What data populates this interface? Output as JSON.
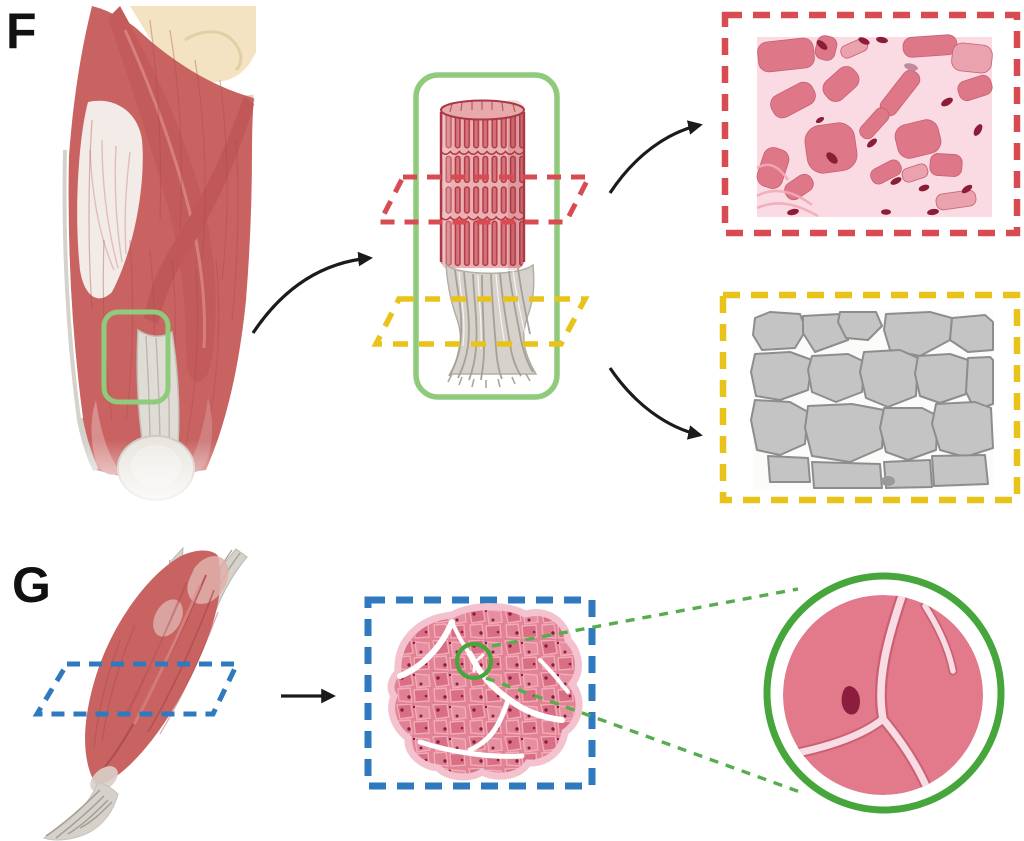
{
  "panels": {
    "f": {
      "label": "F"
    },
    "g": {
      "label": "G"
    }
  },
  "artwork": {
    "panel_f": [
      "thigh-muscle-anatomy-illustration",
      "green-roi-outline",
      "muscle-tendon-unit-illustration",
      "red-section-plane",
      "yellow-section-plane",
      "muscle-section-histology-box",
      "tendon-section-histology-box"
    ],
    "panel_g": [
      "fusiform-muscle-illustration",
      "blue-section-plane",
      "whole-muscle-cross-section-box",
      "fiber-region-marker",
      "muscle-fiber-closeup-circle"
    ]
  },
  "colors": {
    "letter": "#111111",
    "green_light": "#8FCB7B",
    "green": "#46A63C",
    "green_dash": "#55AD4B",
    "red_dash": "#D84B52",
    "yellow_dash": "#E9C31A",
    "blue_dash": "#2F79BE",
    "arrow": "#1B1B1B",
    "muscle_red": "#C96361",
    "muscle_dark": "#A84A4B",
    "muscle_highlight": "#DE8B89",
    "fascia_white": "#F4F2EE",
    "fascia_gray": "#D5D2CB",
    "bone_cream": "#F3E3C3",
    "tendon_fill": "#D6D2CB",
    "tendon_line": "#A39F95",
    "knee_gray": "#E9E6E0",
    "stripe_base": "#EBB0B2",
    "stripe_mid": "#D4737C",
    "stripe_dark": "#B23B44",
    "cyl_outline": "#A93A43",
    "histo_bg": "#FBDBE3",
    "histo_cell": "#DE7787",
    "histo_cell_light": "#E9A2AE",
    "histo_cell_line": "#C75F70",
    "nucleus": "#8C1D38",
    "xs_fiber": "#E28295",
    "xs_fiber_dark": "#D96F84",
    "xs_fiber_line": "#F2ABB8",
    "xs_halo": "#F4C2CE",
    "gray_cell": "#C4C4C4",
    "gray_cell_line": "#8D8D8D",
    "fib_pink": "#E27A8C",
    "fib_sep": "#F8DCE3",
    "fib_edge": "#CC5F74",
    "fib_nucleus": "#8C1D3C"
  }
}
